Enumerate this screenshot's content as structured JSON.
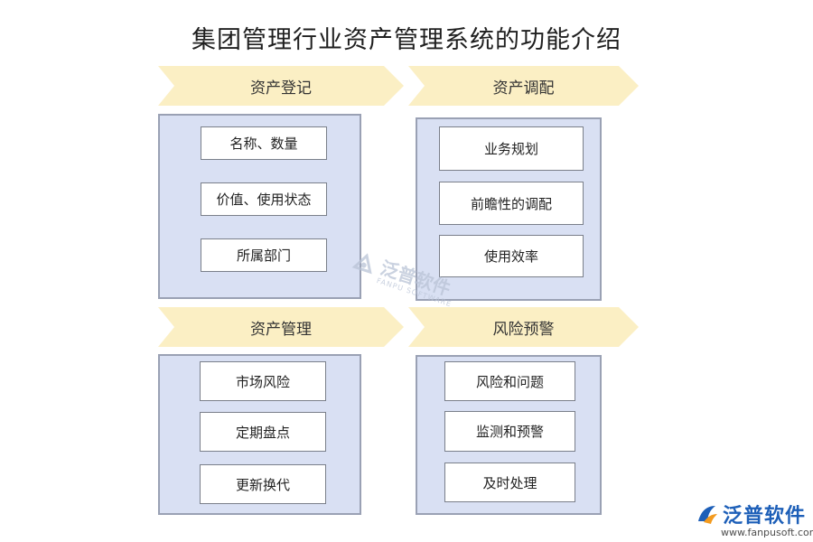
{
  "title": "集团管理行业资产管理系统的功能介绍",
  "sections": [
    {
      "heading": "资产登记",
      "items": [
        "名称、数量",
        "价值、使用状态",
        "所属部门"
      ]
    },
    {
      "heading": "资产调配",
      "items": [
        "业务规划",
        "前瞻性的调配",
        "使用效率"
      ]
    },
    {
      "heading": "资产管理",
      "items": [
        "市场风险",
        "定期盘点",
        "更新换代"
      ]
    },
    {
      "heading": "风险预警",
      "items": [
        "风险和问题",
        "监测和预警",
        "及时处理"
      ]
    }
  ],
  "watermark": {
    "name": "泛普软件",
    "sub": "FANPU SOFTWARE"
  },
  "logo": {
    "name": "泛普软件",
    "url": "www.fanpusoft.com"
  },
  "colors": {
    "banner": "#fbefc4",
    "panel": "#d9e0f3",
    "panel_border": "#9aa1b4",
    "brand": "#1d5fb8"
  }
}
